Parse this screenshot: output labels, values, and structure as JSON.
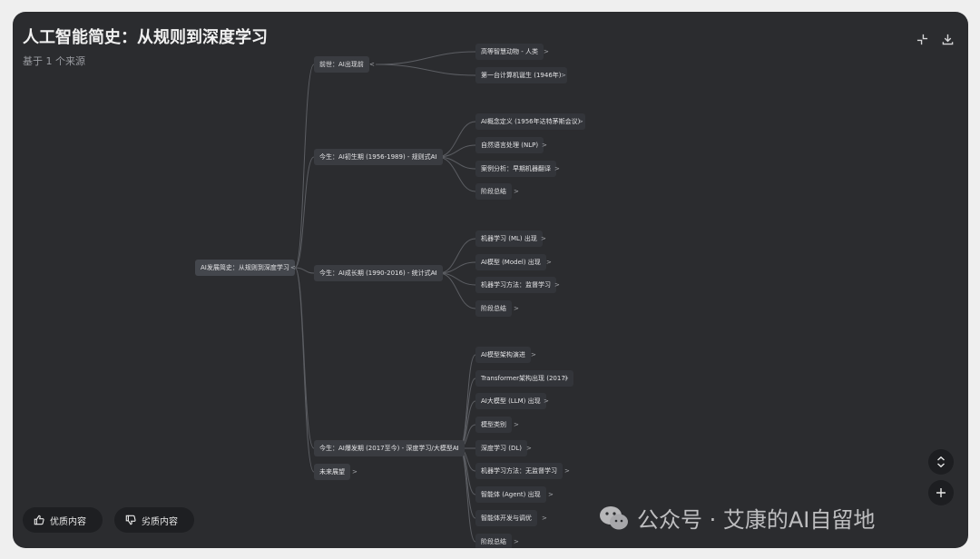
{
  "header": {
    "title": "人工智能简史：从规则到深度学习",
    "subtitle": "基于 1 个来源"
  },
  "mindmap": {
    "root": "AI发展简史：从规则到深度学习",
    "branches": [
      "前世：AI出现前",
      "今生：AI初生期 (1956-1989) - 规则式AI",
      "今生：AI成长期 (1990-2016) - 统计式AI",
      "今生：AI爆发期 (2017至今) - 深度学习/大模型AI",
      "未来展望"
    ],
    "leaves": [
      "高等智慧动物 - 人类",
      "第一台计算机诞生 (1946年)",
      "AI概念定义 (1956年达特茅斯会议)",
      "自然语言处理 (NLP)",
      "案例分析：早期机器翻译",
      "阶段总结",
      "机器学习 (ML) 出现",
      "AI模型 (Model) 出现",
      "机器学习方法：监督学习",
      "阶段总结",
      "AI模型架构演进",
      "Transformer架构出现 (2017)",
      "AI大模型 (LLM) 出现",
      "模型类别",
      "深度学习 (DL)",
      "机器学习方法：无监督学习",
      "智能体 (Agent) 出现",
      "智能体开发与调优",
      "阶段总结"
    ],
    "expanded_marker": "<",
    "collapsed_marker": ">"
  },
  "feedback": {
    "good_label": "优质内容",
    "bad_label": "劣质内容"
  },
  "watermark": {
    "text": "公众号 · 艾康的AI自留地"
  },
  "icons": [
    "collapse-icon",
    "download-icon",
    "thumbs-up-icon",
    "thumbs-down-icon",
    "expand-collapse-icon",
    "plus-icon",
    "wechat-icon"
  ],
  "colors": {
    "panel": "#2b2c2f",
    "node": "#3a3c41",
    "connector": "#5c5e63",
    "text": "#e4e4e6"
  }
}
